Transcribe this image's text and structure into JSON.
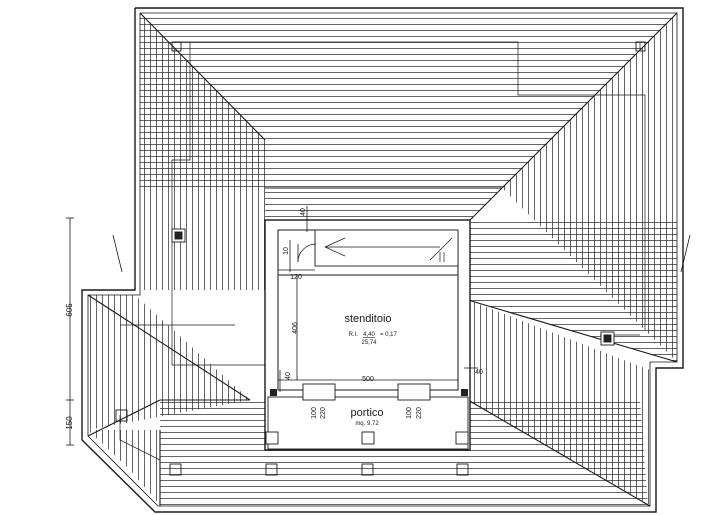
{
  "room": {
    "name": "stenditoio",
    "ri_prefix": "R.I.",
    "ri_numerator": "4,40",
    "ri_result": "= 0,17",
    "ri_denominator": "25,74"
  },
  "porch": {
    "name": "portico",
    "area": "mq. 9,72"
  },
  "dimensions": {
    "d_605": "605",
    "d_150": "150",
    "d_500": "500",
    "d_406": "406",
    "d_120": "120",
    "d_40_top": "40",
    "d_10": "10",
    "d_40_left": "40",
    "d_40_right": "40",
    "d_100_a": "100",
    "d_220_a": "220",
    "d_100_b": "100",
    "d_220_b": "220"
  }
}
